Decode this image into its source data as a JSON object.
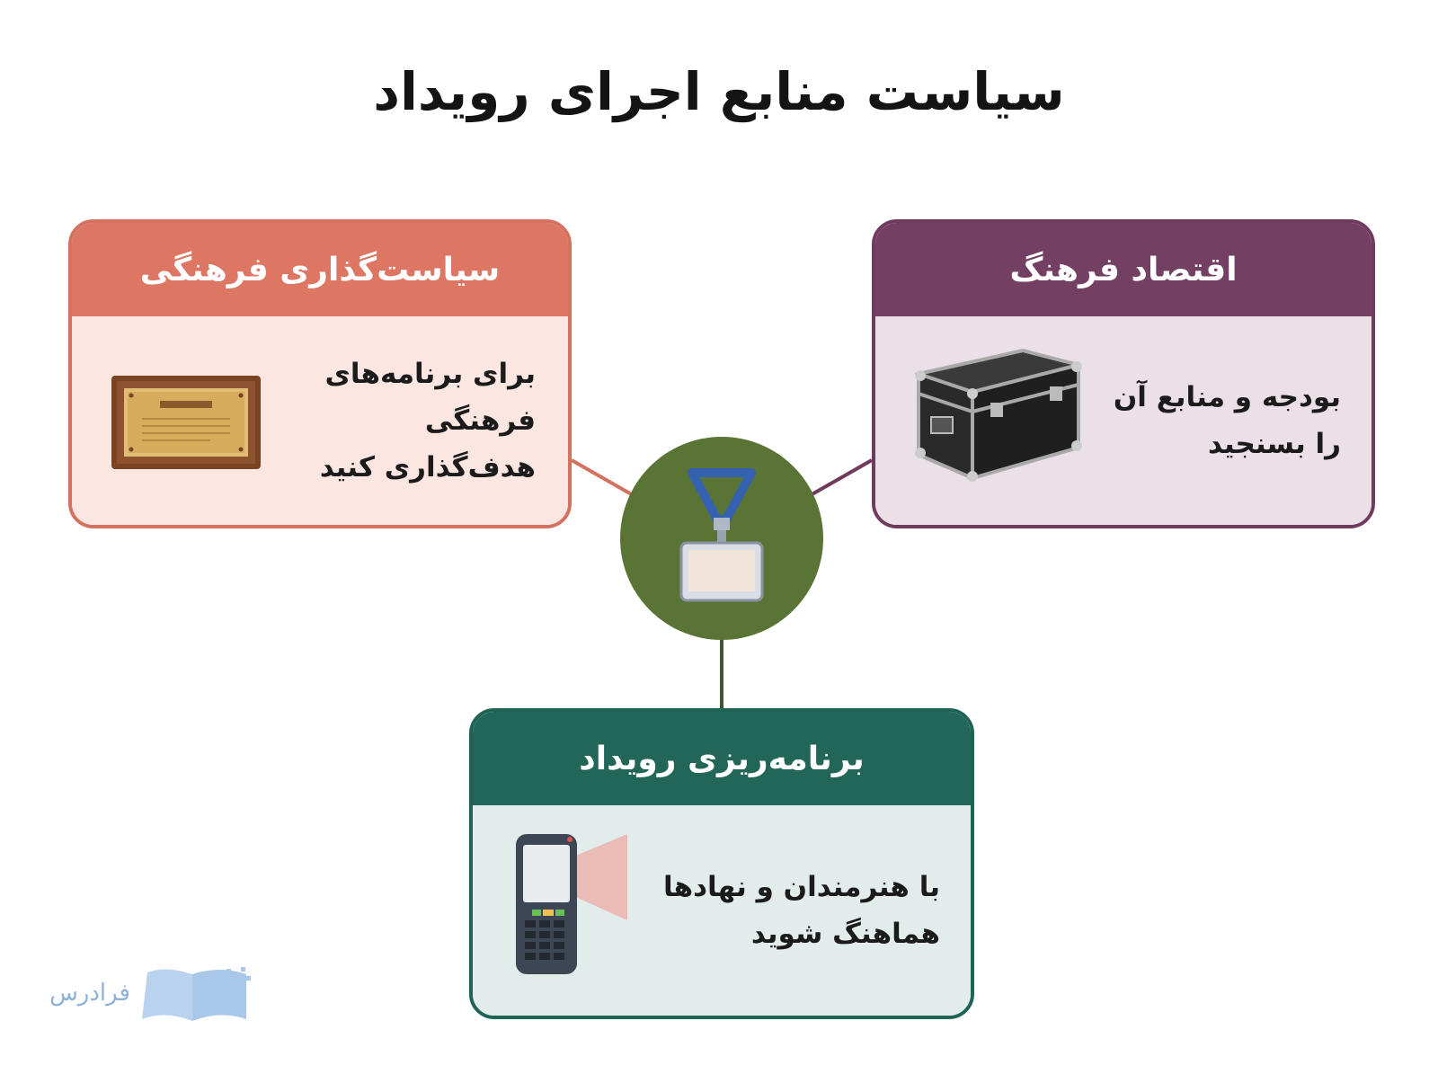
{
  "title": "سیاست منابع اجرای رویداد",
  "cards": {
    "policy": {
      "title": "سیاست‌گذاری فرهنگی",
      "lines": [
        "برای برنامه‌های",
        "فرهنگی",
        "هدف‌گذاری کنید"
      ],
      "icon": "plaque-icon"
    },
    "economy": {
      "title": "اقتصاد فرهنگ",
      "lines": [
        "بودجه و منابع آن",
        "را بسنجید"
      ],
      "icon": "equipment-case-icon"
    },
    "planning": {
      "title": "برنامه‌ریزی رویداد",
      "lines": [
        "با هنرمندان و نهادها",
        "هماهنگ شوید"
      ],
      "icon": "handheld-scanner-icon"
    }
  },
  "hub": {
    "icon": "lanyard-badge-icon"
  },
  "logo": {
    "text": "فرادرس",
    "icon": "open-book-icon"
  },
  "colors": {
    "policy": "#dd7663",
    "economy": "#733f63",
    "planning": "#226658",
    "hub": "#5a7435"
  }
}
